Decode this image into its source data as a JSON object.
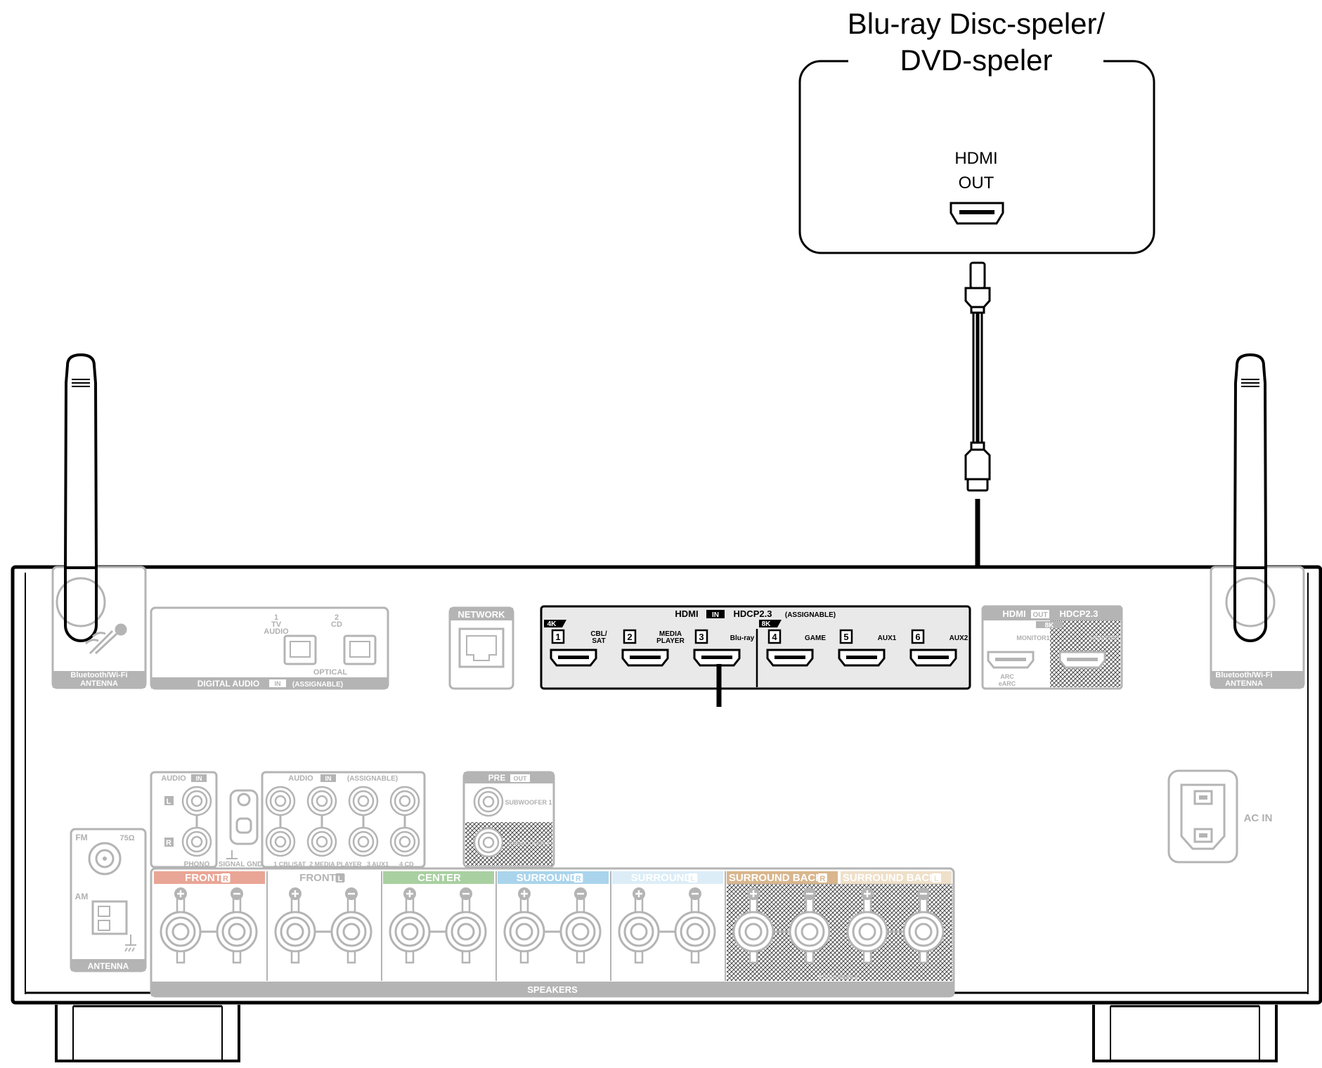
{
  "device": {
    "title_line1": "Blu-ray Disc-speler/",
    "title_line2": "DVD-speler",
    "port_line1": "HDMI",
    "port_line2": "OUT"
  },
  "receiver": {
    "antenna_left_label_1": "Bluetooth/Wi-Fi",
    "antenna_left_label_2": "ANTENNA",
    "antenna_right_label_1": "Bluetooth/Wi-Fi",
    "antenna_right_label_2": "ANTENNA",
    "digital_audio": {
      "num1": "1",
      "name1": "TV",
      "name1b": "AUDIO",
      "num2": "2",
      "name2": "CD",
      "optical": "OPTICAL",
      "title": "DIGITAL AUDIO",
      "in_badge": "IN",
      "assignable": "(ASSIGNABLE)"
    },
    "network": "NETWORK",
    "hdmi_in": {
      "title": "HDMI",
      "in_badge": "IN",
      "hdcp": "HDCP2.3",
      "assignable": "(ASSIGNABLE)",
      "badge_4k": "4K",
      "badge_8k": "8K",
      "ports": [
        {
          "num": "1",
          "name": "CBL/\nSAT"
        },
        {
          "num": "2",
          "name": "MEDIA\nPLAYER"
        },
        {
          "num": "3",
          "name": "Blu-ray"
        },
        {
          "num": "4",
          "name": "GAME"
        },
        {
          "num": "5",
          "name": "AUX1"
        },
        {
          "num": "6",
          "name": "AUX2"
        }
      ]
    },
    "hdmi_out": {
      "title": "HDMI",
      "out_badge": "OUT",
      "hdcp": "HDCP2.3",
      "badge_8k": "8K",
      "monitor1": "MONITOR1",
      "monitor2": "MONITOR2",
      "arc1": "ARC",
      "arc2": "eARC"
    },
    "audio_in_left": {
      "title": "AUDIO",
      "in_badge": "IN",
      "l": "L",
      "r": "R",
      "phono": "PHONO",
      "signal_gnd": "SIGNAL GND"
    },
    "audio_in_assignable": {
      "title": "AUDIO",
      "in_badge": "IN",
      "assignable": "(ASSIGNABLE)",
      "bottom": "1 CBL/SAT  2 MEDIA PLAYER   3 AUX1      4 CD"
    },
    "pre_out": {
      "title": "PRE",
      "out_badge": "OUT",
      "sub1": "SUBWOOFER 1",
      "sub2": "SUBWOOFER 2"
    },
    "tuner": {
      "fm": "FM",
      "ohm": "75Ω",
      "am": "AM",
      "antenna": "ANTENNA"
    },
    "speakers": {
      "title": "SPEAKERS",
      "assignable": "ASSIGNABLE",
      "groups": [
        {
          "label": "FRONT",
          "side": "R",
          "color": "#e9a595"
        },
        {
          "label": "FRONT",
          "side": "L",
          "color": "#ffffff"
        },
        {
          "label": "CENTER",
          "side": "",
          "color": "#a8d0a0"
        },
        {
          "label": "SURROUND",
          "side": "R",
          "color": "#a9d4ec"
        },
        {
          "label": "SURROUND",
          "side": "L",
          "color": "#dcedf7"
        },
        {
          "label": "SURROUND BACK",
          "side": "R",
          "color": "#d9b68d"
        },
        {
          "label": "SURROUND BACK",
          "side": "L",
          "color": "#efe0c9"
        }
      ]
    },
    "ac_in": "AC IN"
  },
  "colors": {
    "outline": "#000000",
    "panel_gray": "#b4b4b4",
    "hdmi_panel": "#e9e9e9"
  }
}
